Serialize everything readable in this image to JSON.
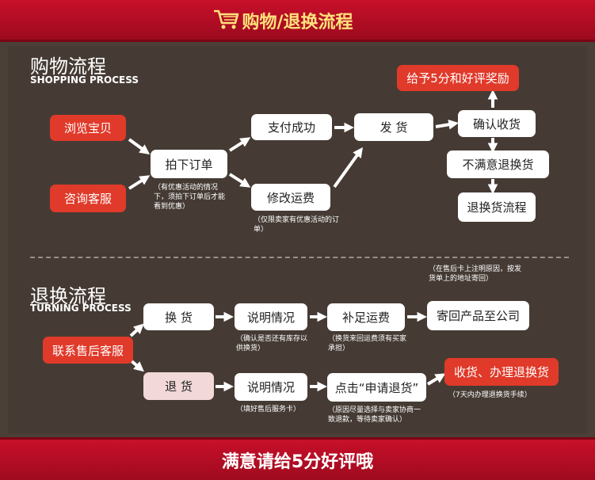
{
  "header": {
    "title": "购物/退换流程",
    "icon": "shopping-cart-icon"
  },
  "footer": {
    "text": "满意请给5分好评哦"
  },
  "shopping": {
    "title": "购物流程",
    "subtitle": "SHOPPING PROCESS",
    "browse": "浏览宝贝",
    "consult": "咨询客服",
    "order": "拍下订单",
    "order_note": "（有优惠活动的情况下，须拍下订单后才能看到优惠）",
    "pay": "支付成功",
    "modify": "修改运费",
    "modify_note": "（仅限卖家有优惠活动的订单）",
    "ship": "发 货",
    "confirm": "确认收货",
    "reward": "给予5分和好评奖励",
    "unsatisfied": "不满意退换货",
    "return_flow": "退换货流程"
  },
  "returns": {
    "title": "退换流程",
    "subtitle": "TURNING PROCESS",
    "contact": "联系售后客服",
    "exchange": "换 货",
    "refund": "退 货",
    "explain1": "说明情况",
    "explain1_note": "（确认是否还有库存以供换货）",
    "explain2": "说明情况",
    "explain2_note": "（填好售后服务卡）",
    "shipping_fee": "补足运费",
    "shipping_fee_note": "（换货来回运费须有买家承担）",
    "send_back": "寄回产品至公司",
    "send_back_note": "（在售后卡上注明原因，按发货单上的地址寄回）",
    "apply_refund": "点击“申请退货”",
    "apply_refund_note": "（原因尽量选择与卖家协商一致退款，等待卖家确认）",
    "receive": "收货、办理退换货",
    "receive_note": "（7天内办理退换货手续）"
  },
  "colors": {
    "red": "#e03a2a",
    "band": "#c8102a",
    "background": "#453b34",
    "title_yellow": "#ffe27a"
  }
}
